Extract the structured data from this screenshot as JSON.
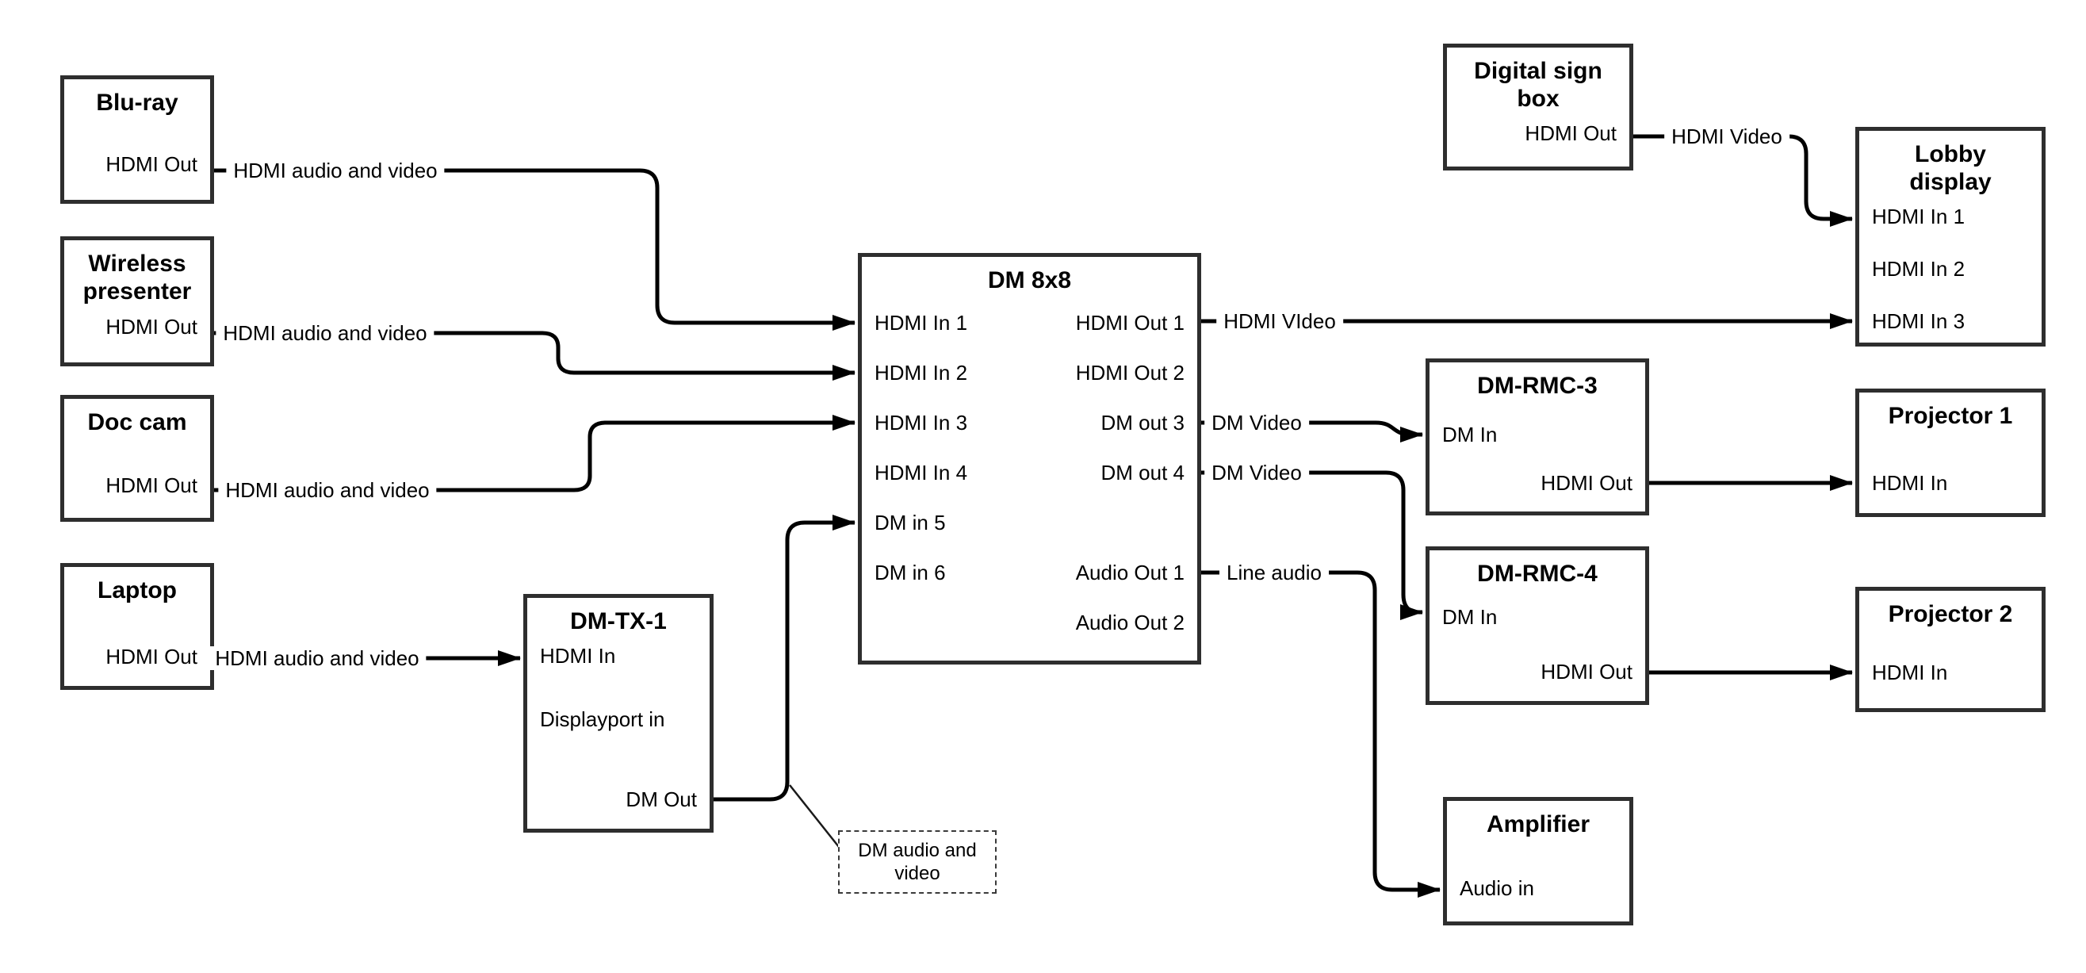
{
  "diagram": {
    "background_color": "#ffffff",
    "cable_color": "#000000",
    "box_border_color": "#2e2e2e"
  },
  "devices": {
    "bluray": {
      "title": "Blu-ray",
      "port_hdmi_out": "HDMI Out"
    },
    "wireless": {
      "title_lines": [
        "Wireless",
        "presenter"
      ],
      "port_hdmi_out": "HDMI Out"
    },
    "doccam": {
      "title": "Doc cam",
      "port_hdmi_out": "HDMI Out"
    },
    "laptop": {
      "title": "Laptop",
      "port_hdmi_out": "HDMI Out"
    },
    "dmtx1": {
      "title": "DM-TX-1",
      "port_hdmi_in": "HDMI In",
      "port_displayport_in": "Displayport in",
      "port_dm_out": "DM Out"
    },
    "dm8x8": {
      "title": "DM 8x8",
      "inputs": [
        "HDMI In 1",
        "HDMI In 2",
        "HDMI In 3",
        "HDMI In 4",
        "DM in 5",
        "DM in 6"
      ],
      "outputs": [
        "HDMI Out 1",
        "HDMI Out 2",
        "DM out 3",
        "DM out 4",
        "Audio Out 1",
        "Audio Out 2"
      ]
    },
    "digital_sign": {
      "title_lines": [
        "Digital sign",
        "box"
      ],
      "port_hdmi_out": "HDMI Out"
    },
    "lobby": {
      "title_lines": [
        "Lobby",
        "display"
      ],
      "inputs": [
        "HDMI In 1",
        "HDMI In 2",
        "HDMI In 3"
      ]
    },
    "rmc3": {
      "title": "DM-RMC-3",
      "port_dm_in": "DM In",
      "port_hdmi_out": "HDMI Out"
    },
    "proj1": {
      "title": "Projector 1",
      "port_hdmi_in": "HDMI In"
    },
    "rmc4": {
      "title": "DM-RMC-4",
      "port_dm_in": "DM In",
      "port_hdmi_out": "HDMI Out"
    },
    "proj2": {
      "title": "Projector 2",
      "port_hdmi_in": "HDMI In"
    },
    "amplifier": {
      "title": "Amplifier",
      "port_audio_in": "Audio in"
    }
  },
  "cable_labels": {
    "bluray_to_dm8x8": "HDMI audio and video",
    "wireless_to_dm8x8": "HDMI audio and video",
    "doccam_to_dm8x8": "HDMI audio and video",
    "laptop_to_dmtx1": "HDMI audio and video",
    "hdmi_out1_to_lobby": "HDMI VIdeo",
    "dm_out3_to_rmc3": "DM Video",
    "dm_out4_to_rmc4": "DM Video",
    "audio_out1_to_amp": "Line audio",
    "sign_to_lobby": "HDMI Video"
  },
  "annotation": {
    "dm_out_note": "DM audio and video"
  }
}
